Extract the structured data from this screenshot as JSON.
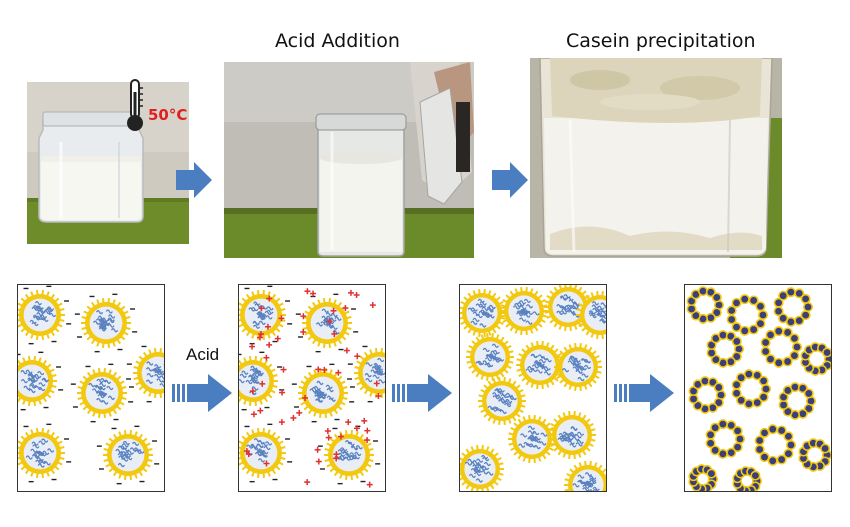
{
  "captions": {
    "acid_addition": "Acid Addition",
    "casein_precipitation": "Casein precipitation"
  },
  "photo1": {
    "temperature": "50°C"
  },
  "process": {
    "acid_label": "Acid"
  },
  "colors": {
    "arrow": "#4A7EC0",
    "micelle_shell": "#F2C811",
    "micelle_core": "#5A82C0",
    "negative_charge": "#222222",
    "positive_charge": "#E03030",
    "temperature_text": "#E02020",
    "table_green": "#6E8C2A"
  },
  "icons": [
    "thermometer-icon",
    "arrow-right-icon",
    "striped-arrow-icon"
  ]
}
